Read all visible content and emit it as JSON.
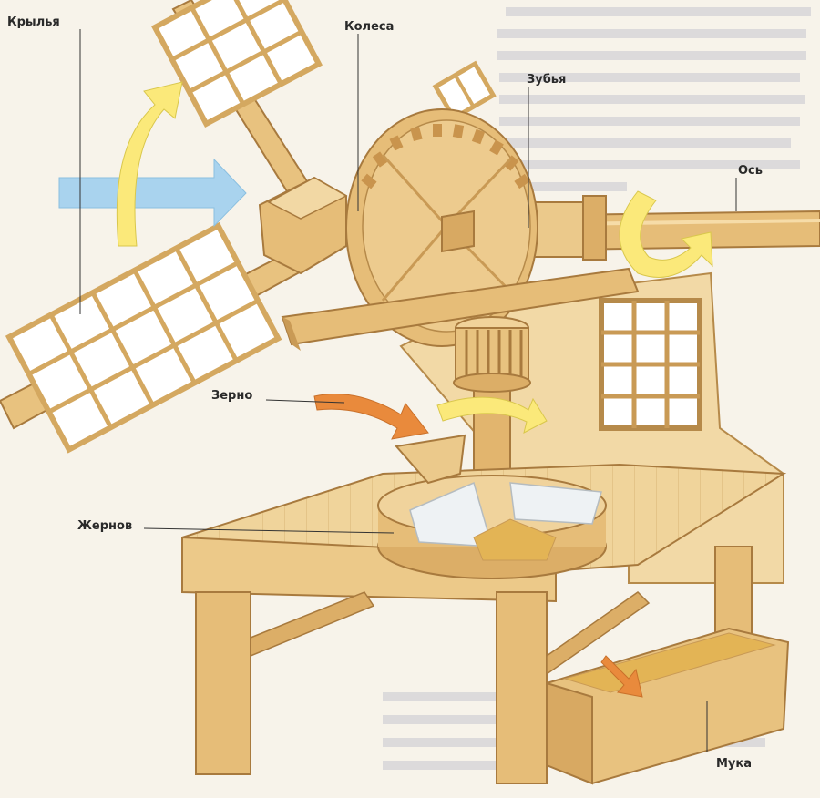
{
  "labels": {
    "wings": "Крылья",
    "wheels": "Колеса",
    "teeth": "Зубья",
    "axle": "Ось",
    "grain": "Зерно",
    "millstone": "Жернов",
    "flour": "Мука"
  },
  "colors": {
    "wood_light": "#f1d9a5",
    "wood_mid": "#e8c27f",
    "wood_dark": "#c99a55",
    "outline": "#a87a3e",
    "arrow_yellow": "#fbe97a",
    "arrow_blue": "#a9d3ee",
    "arrow_orange": "#e98a3c",
    "stone": "#ecf0f2",
    "flour": "#e3b455"
  }
}
